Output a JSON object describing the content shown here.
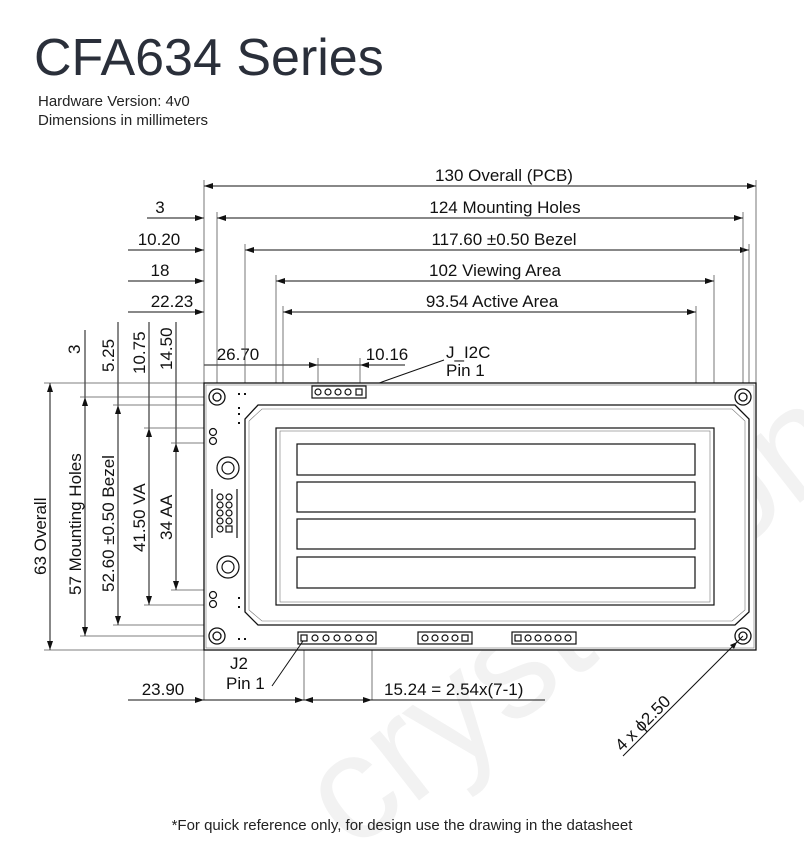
{
  "header": {
    "title": "CFA634 Series",
    "hardware_version": "Hardware Version: 4v0",
    "units_note": "Dimensions in millimeters"
  },
  "watermark": "crystalfontz.com",
  "dimensions": {
    "overall_pcb": "130 Overall (PCB)",
    "mount_offset": "3",
    "mounting_holes_h": "124 Mounting Holes",
    "bezel_offset": "10.20",
    "bezel_h": "117.60 ±0.50 Bezel",
    "viewing_offset": "18",
    "viewing_area_h": "102 Viewing Area",
    "active_offset": "22.23",
    "active_area_h": "93.54 Active Area",
    "conn_offset": "26.70",
    "conn_pitch_offset": "10.16",
    "j_i2c": "J_I2C",
    "pin1_top": "Pin 1",
    "v_mount": "3",
    "v_bezel": "5.25",
    "v_va": "10.75",
    "v_aa": "14.50",
    "overall_v": "63 Overall",
    "mounting_holes_v": "57 Mounting Holes",
    "bezel_v": "52.60 ±0.50 Bezel",
    "va_v": "41.50 VA",
    "aa_v": "34 AA",
    "j2": "J2",
    "pin1_bottom": "Pin 1",
    "j2_offset": "23.90",
    "j2_pitch": "15.24 = 2.54x(7-1)",
    "hole_dia": "4 x ϕ2.50"
  },
  "footer": "*For quick reference only, for design use the drawing in the datasheet"
}
